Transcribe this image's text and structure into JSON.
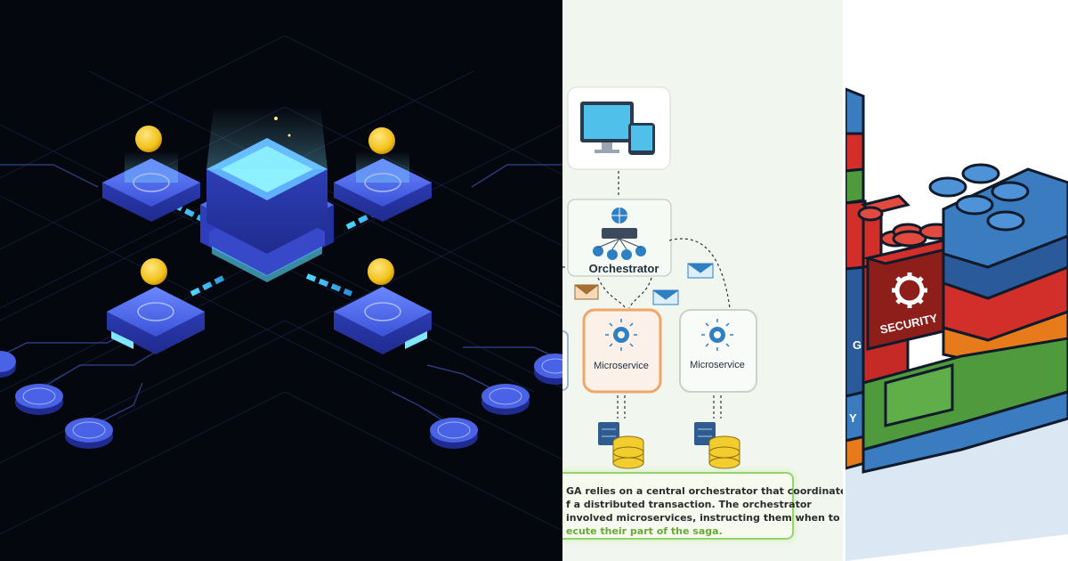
{
  "middle_panel": {
    "orchestrator_label": "Orchestrator",
    "microservice_left_label": "Microservice",
    "microservice_right_label": "Microservice",
    "note_lines": [
      "GA relies on a central orchestrator that coordinates",
      "f a distributed transaction. The orchestrator",
      " involved microservices, instructing them when to",
      "ecute their part of the saga."
    ]
  },
  "right_panel": {
    "security_label": "SECURITY",
    "left_fragment_label": "G",
    "left_fragment_label2": "Y"
  },
  "colors": {
    "left_background": "#05070f",
    "platform_blue": "#4a63e6",
    "glow_cyan": "#6fe2ff",
    "coin_gold": "#f2c21b",
    "middle_background": "#f1f6ee",
    "microservice_highlight": "#f0a66a",
    "database_yellow": "#f3cc2e",
    "block_red": "#d22f2b",
    "block_blue": "#3b7bc0",
    "block_green": "#4f9a3c",
    "block_orange": "#e77b1c"
  }
}
